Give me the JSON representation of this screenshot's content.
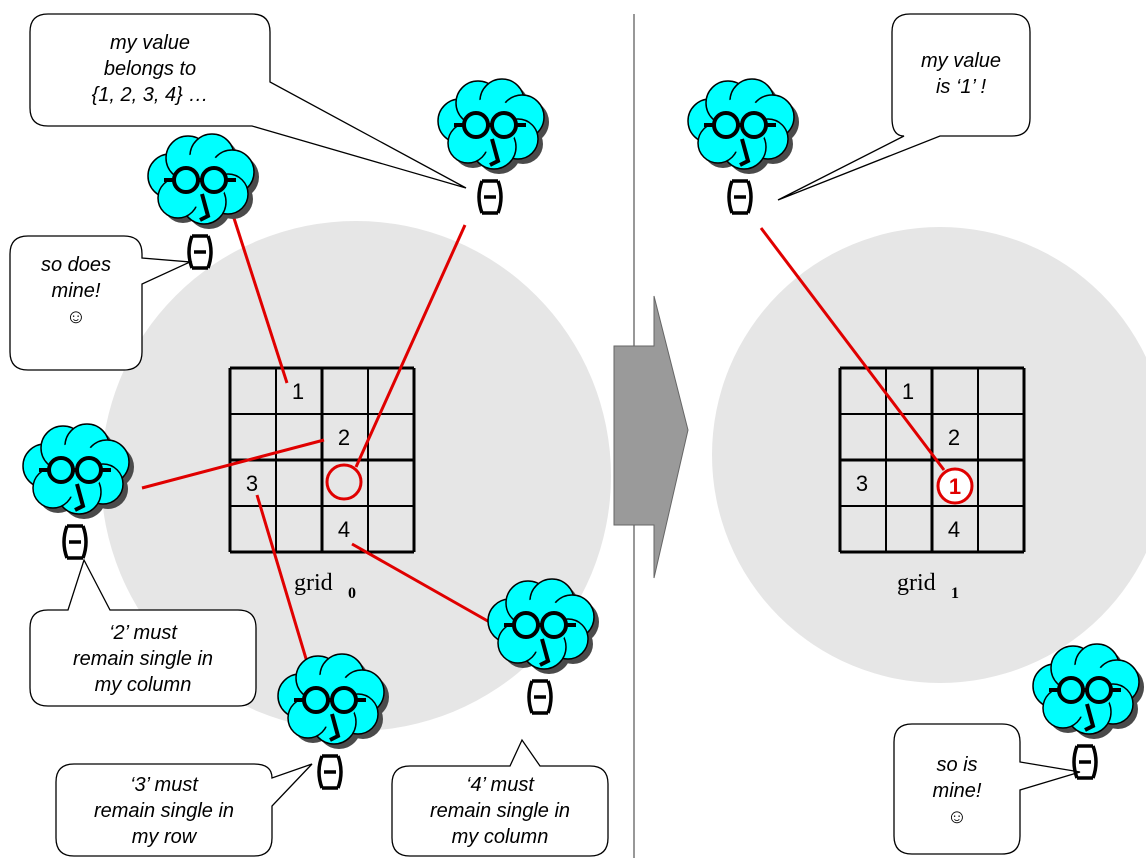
{
  "left_panel": {
    "grid": {
      "label": "grid",
      "subscript": "0",
      "numbers": [
        {
          "value": "1",
          "row": 0,
          "col": 1
        },
        {
          "value": "2",
          "row": 1,
          "col": 2
        },
        {
          "value": "3",
          "row": 2,
          "col": 0
        },
        {
          "value": "4",
          "row": 3,
          "col": 2
        }
      ]
    },
    "callouts": {
      "top": [
        "my value",
        "belongs to",
        "{1, 2, 3, 4} …"
      ],
      "left": [
        "so does",
        "mine!",
        "☺"
      ],
      "col2": [
        "‘2’ must",
        "remain single in",
        "my column"
      ],
      "row3": [
        "‘3’ must",
        "remain single in",
        "my row"
      ],
      "col4": [
        "‘4’ must",
        "remain single in",
        "my column"
      ]
    }
  },
  "right_panel": {
    "grid": {
      "label": "grid",
      "subscript": "1",
      "numbers": [
        {
          "value": "1",
          "row": 0,
          "col": 1
        },
        {
          "value": "2",
          "row": 1,
          "col": 2
        },
        {
          "value": "3",
          "row": 2,
          "col": 0
        },
        {
          "value": "4",
          "row": 3,
          "col": 2
        }
      ],
      "highlighted": {
        "value": "1",
        "row": 2,
        "col": 2
      }
    },
    "callouts": {
      "top": [
        "my value",
        "is ‘1’ !"
      ],
      "bottom": [
        "so is",
        "mine!",
        "☺"
      ]
    }
  },
  "colors": {
    "agent_cloud": "#00ffff",
    "link_line": "#e00000",
    "background_disc": "#e6e6e6",
    "arrow_fill": "#9a9a9a"
  }
}
